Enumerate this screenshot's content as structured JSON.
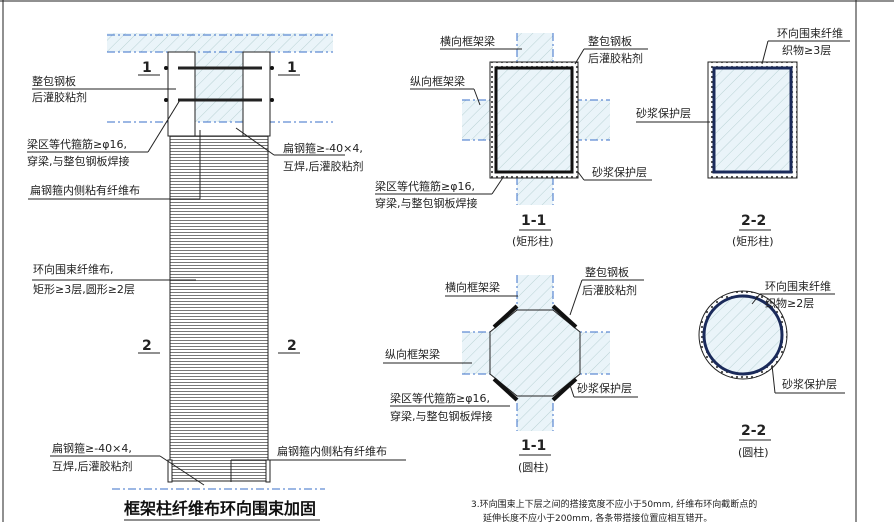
{
  "elevation": {
    "section_mark_1": "1",
    "section_mark_2": "2",
    "label_steel_plate": "整包钢板",
    "label_glue": "后灌胶粘剂",
    "label_stirrup_1": "梁区等代箍筋≥φ16,",
    "label_stirrup_2": "穿梁,与整包钢板焊接",
    "label_flat_hoop_top_1": "扁钢箍≥-40×4,",
    "label_flat_hoop_top_2": "互焊,后灌胶粘剂",
    "label_fiber_inner_top": "扁钢箍内侧粘有纤维布",
    "label_wrap_1": "环向围束纤维布,",
    "label_wrap_2": "矩形≥3层,圆形≥2层",
    "label_flat_hoop_bot_1": "扁钢箍≥-40×4,",
    "label_flat_hoop_bot_2": "互焊,后灌胶粘剂",
    "label_fiber_inner_bot": "扁钢箍内侧粘有纤维布",
    "title": "框架柱纤维布环向围束加固"
  },
  "rect_section_1": {
    "label_transverse_beam": "横向框架梁",
    "label_steel_plate": "整包钢板",
    "label_glue": "后灌胶粘剂",
    "label_longitudinal_beam": "纵向框架梁",
    "label_mortar": "砂浆保护层",
    "label_stirrup_1": "梁区等代箍筋≥φ16,",
    "label_stirrup_2": "穿梁,与整包钢板焊接",
    "section": "1-1",
    "caption": "(矩形柱)"
  },
  "rect_section_2": {
    "label_fiber_1": "环向围束纤维",
    "label_fiber_2": "织物≥3层",
    "label_mortar": "砂浆保护层",
    "section": "2-2",
    "caption": "(矩形柱)"
  },
  "round_section_1": {
    "label_transverse_beam": "横向框架梁",
    "label_steel_plate": "整包钢板",
    "label_glue": "后灌胶粘剂",
    "label_longitudinal_beam": "纵向框架梁",
    "label_mortar": "砂浆保护层",
    "label_stirrup_1": "梁区等代箍筋≥φ16,",
    "label_stirrup_2": "穿梁,与整包钢板焊接",
    "section": "1-1",
    "caption": "(圆柱)"
  },
  "round_section_2": {
    "label_fiber_1": "环向围束纤维",
    "label_fiber_2": "织物≥2层",
    "label_mortar": "砂浆保护层",
    "section": "2-2",
    "caption": "(圆柱)"
  },
  "notes": {
    "line1": "3.环向围束上下层之间的搭接宽度不应小于50mm, 纤维布环向截断点的",
    "line2": "延伸长度不应小于200mm, 各条带搭接位置应相互错开。"
  }
}
